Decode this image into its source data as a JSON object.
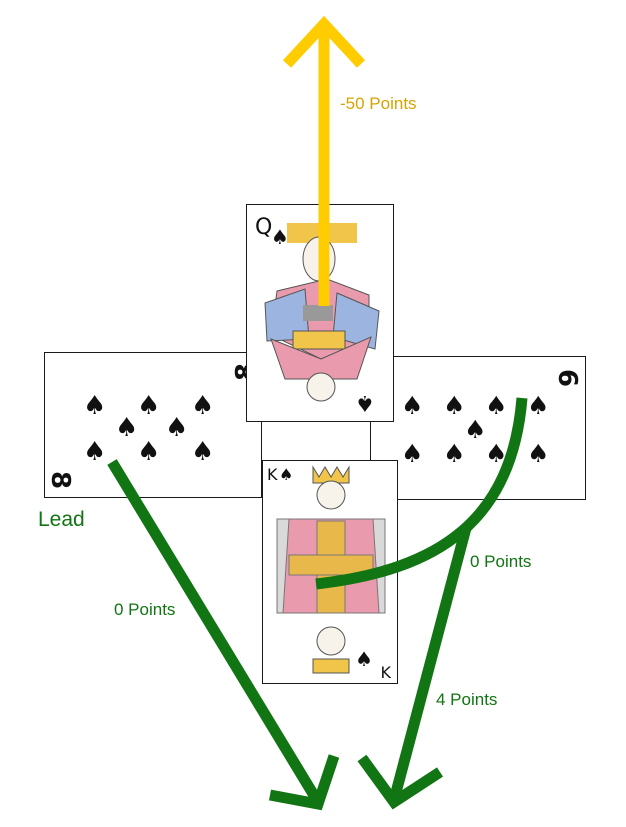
{
  "colors": {
    "green": "#107512",
    "yellow": "#ffcc00",
    "yellow_text": "#d6a400",
    "card_border": "#1a1a1a"
  },
  "cards": {
    "queen": {
      "rank": "Q",
      "suit": "♠"
    },
    "eight": {
      "rank": "8",
      "suit": "♠"
    },
    "nine": {
      "rank": "9",
      "suit": "♠"
    },
    "king": {
      "rank": "K",
      "suit": "♠"
    }
  },
  "labels": {
    "lead": "Lead",
    "queen_points": "-50 Points",
    "eight_points": "0 Points",
    "nine_points": "0 Points",
    "king_points": "4 Points"
  }
}
